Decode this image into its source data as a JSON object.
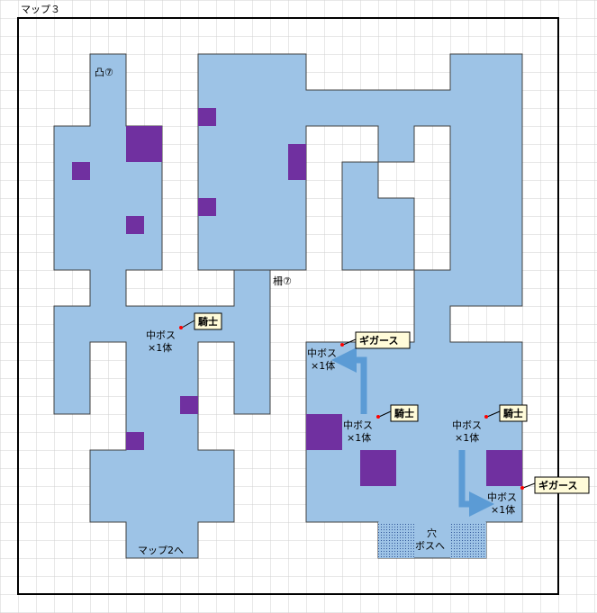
{
  "map_title": "マップ３",
  "colors": {
    "floor": "#9dc3e6",
    "wall_block": "#7030a0",
    "grid": "#d0d0d0",
    "border": "#000000",
    "arrow": "#5b9bd5",
    "pit": "#9dc3e6",
    "tag_bg": "#fffbd9"
  },
  "labels": {
    "shrine": "凸⑦",
    "fence": "柵⑦",
    "exit_map2": "マップ2へ",
    "pit_line1": "穴",
    "pit_line2": "ボスへ"
  },
  "midboss": {
    "label": "中ボス",
    "count": "×1体"
  },
  "enemies": {
    "knight": "騎士",
    "gigas": "ギガース"
  }
}
